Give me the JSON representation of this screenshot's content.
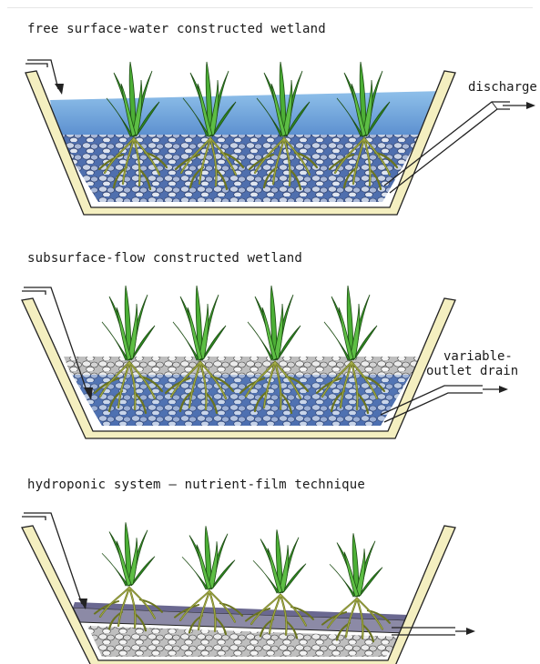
{
  "panels": [
    {
      "title": "free surface-water constructed wetland",
      "outlet_label": "discharge"
    },
    {
      "title": "subsurface-flow constructed wetland",
      "outlet_label_line1": "variable-",
      "outlet_label_line2": "outlet drain"
    },
    {
      "title": "hydroponic system — nutrient-film technique"
    }
  ],
  "colors": {
    "water": "#7fb3e0",
    "basin_wall": "#f4efc0",
    "outline": "#222222",
    "stone_light": "#d9d9d9",
    "stone_blue": "#5a78b8",
    "plant": "#3f9a2e",
    "root": "#6f7a22"
  }
}
